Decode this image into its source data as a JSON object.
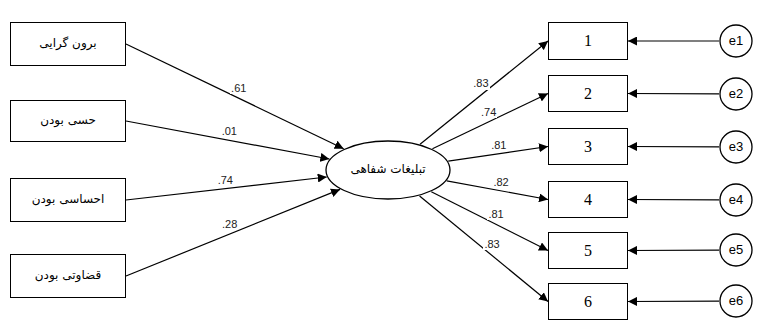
{
  "diagram": {
    "nodes": [
      {
        "text": [
          "برون گرایی"
        ]
      },
      {
        "text": [
          "حسی بودن"
        ]
      },
      {
        "text": [
          "احساسی بودن"
        ]
      },
      {
        "text": [
          "قضاوتی بودن"
        ]
      },
      {
        "text": [
          "تبلیغات شفاهی"
        ]
      },
      {
        "text": [
          "1"
        ]
      },
      {
        "text": [
          "2"
        ]
      },
      {
        "text": [
          "3"
        ]
      },
      {
        "text": [
          "4"
        ]
      },
      {
        "text": [
          "5"
        ]
      },
      {
        "text": [
          "6"
        ]
      },
      {
        "text": [
          "e1"
        ]
      },
      {
        "text": [
          "e2"
        ]
      },
      {
        "text": [
          "e3"
        ]
      },
      {
        "text": [
          "e4"
        ]
      },
      {
        "text": [
          "e5"
        ]
      },
      {
        "text": [
          "e6"
        ]
      }
    ],
    "edges": [
      {
        "from": 0,
        "to": 4,
        "label": ".61",
        "arrow": "to"
      },
      {
        "from": 1,
        "to": 4,
        "label": ".01",
        "arrow": "to"
      },
      {
        "from": 2,
        "to": 4,
        "label": ".74",
        "arrow": "to"
      },
      {
        "from": 3,
        "to": 4,
        "label": ".28",
        "arrow": "to"
      },
      {
        "from": 4,
        "to": 5,
        "label": ".83",
        "arrow": "to"
      },
      {
        "from": 4,
        "to": 6,
        "label": ".74",
        "arrow": "to"
      },
      {
        "from": 4,
        "to": 7,
        "label": ".81",
        "arrow": "to"
      },
      {
        "from": 4,
        "to": 8,
        "label": ".82",
        "arrow": "to"
      },
      {
        "from": 4,
        "to": 9,
        "label": ".81",
        "arrow": "to"
      },
      {
        "from": 4,
        "to": 10,
        "label": ".83",
        "arrow": "to"
      },
      {
        "from": 11,
        "to": 5,
        "arrow": "to"
      },
      {
        "from": 12,
        "to": 6,
        "arrow": "to"
      },
      {
        "from": 13,
        "to": 7,
        "arrow": "to"
      },
      {
        "from": 14,
        "to": 8,
        "arrow": "to"
      },
      {
        "from": 15,
        "to": 9,
        "arrow": "to"
      },
      {
        "from": 16,
        "to": 10,
        "arrow": "to"
      }
    ]
  }
}
